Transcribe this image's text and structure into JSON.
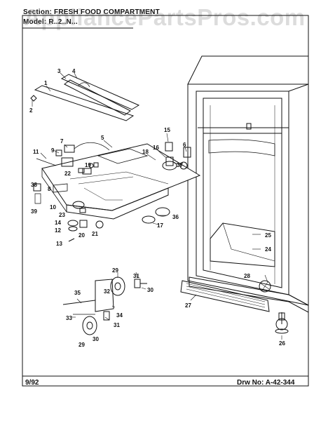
{
  "header": {
    "section_line": "Section: FRESH FOOD COMPARTMENT",
    "model_line": "Model: R..2..N..."
  },
  "watermark": "AppliancePartsPros.com",
  "footer": {
    "date": "9/92",
    "drawing_number": "Drw No:  A-42-344"
  },
  "callouts": {
    "c1": "1",
    "c2": "2",
    "c3": "3",
    "c4": "4",
    "c5": "5",
    "c6": "6",
    "c7": "7",
    "c8": "8",
    "c9": "9",
    "c10": "10",
    "c11": "11",
    "c12": "12",
    "c13": "13",
    "c14": "14",
    "c15": "15",
    "c16": "16",
    "c17": "17",
    "c18": "18",
    "c19": "19",
    "c20": "20",
    "c21": "21",
    "c22": "22",
    "c23": "23",
    "c24": "24",
    "c25": "25",
    "c26": "26",
    "c27": "27",
    "c28": "28",
    "c29a": "29",
    "c29b": "29",
    "c30a": "30",
    "c30b": "30",
    "c31a": "31",
    "c31b": "31",
    "c32": "32",
    "c33": "33",
    "c34": "34",
    "c35": "35",
    "c36": "36",
    "c37": "37",
    "c38": "38",
    "c39": "39"
  },
  "colors": {
    "ink": "#111111",
    "paper": "#ffffff",
    "watermark": "#828282"
  }
}
